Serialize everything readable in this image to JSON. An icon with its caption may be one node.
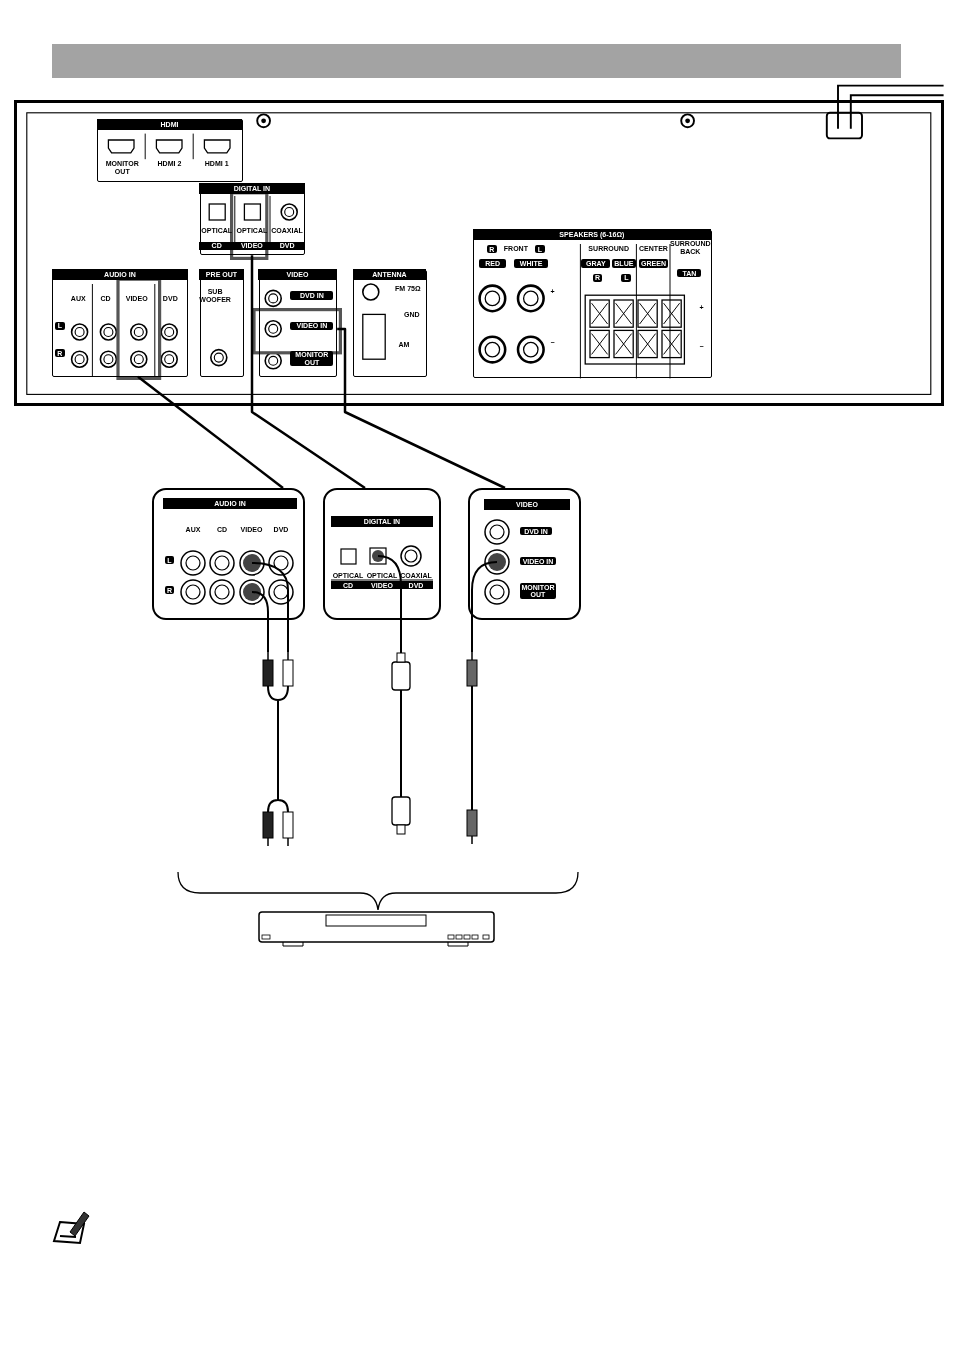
{
  "diagram": {
    "nodes": [
      {
        "text": [],
        "shape": "bar"
      },
      {
        "text": [],
        "shape": "box"
      },
      {
        "text": [
          "HDMI",
          "MONITOR OUT",
          "HDMI 2",
          "HDMI 1"
        ],
        "in": 1
      },
      {
        "text": [
          "DIGITAL IN",
          "OPTICAL",
          "OPTICAL",
          "COAXIAL",
          "CD",
          "VIDEO",
          "DVD"
        ],
        "in": 1
      },
      {
        "text": [
          "AUDIO IN",
          "AUX",
          "CD",
          "VIDEO",
          "DVD",
          "L",
          "R"
        ],
        "in": 1
      },
      {
        "text": [
          "PRE OUT",
          "SUB WOOFER"
        ],
        "in": 1
      },
      {
        "text": [
          "VIDEO",
          "DVD IN",
          "VIDEO IN",
          "MONITOR OUT"
        ],
        "in": 1
      },
      {
        "text": [
          "ANTENNA",
          "FM 75Ω",
          "GND",
          "AM"
        ],
        "in": 1
      },
      {
        "text": [
          "SPEAKERS (6-16Ω)",
          "R",
          "FRONT",
          "L",
          "RED",
          "WHITE",
          "SURROUND",
          "GRAY",
          "BLUE",
          "R",
          "L",
          "CENTER",
          "GREEN",
          "SURROUND BACK",
          "TAN",
          "+",
          "−",
          "+",
          "−"
        ],
        "in": 1
      },
      {
        "text": [
          "AUDIO IN",
          "AUX",
          "CD",
          "VIDEO",
          "DVD",
          "L",
          "R"
        ]
      },
      {
        "text": [
          "DIGITAL IN",
          "OPTICAL",
          "OPTICAL",
          "COAXIAL",
          "CD",
          "VIDEO",
          "DVD"
        ]
      },
      {
        "text": [
          "VIDEO",
          "DVD IN",
          "VIDEO IN",
          "MONITOR OUT"
        ]
      },
      {
        "text": [],
        "shape": "picture"
      }
    ],
    "edges": [
      {
        "from": 4,
        "to": 9,
        "arrow": "none"
      },
      {
        "from": 3,
        "to": 10,
        "arrow": "none"
      },
      {
        "from": 6,
        "to": 11,
        "arrow": "none"
      }
    ]
  }
}
